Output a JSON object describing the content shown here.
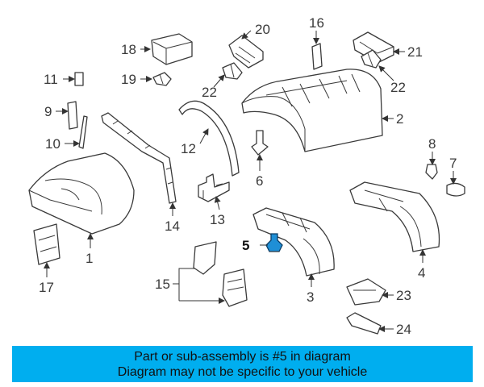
{
  "callouts": {
    "c1": "1",
    "c2": "2",
    "c3": "3",
    "c4": "4",
    "c5": "5",
    "c6": "6",
    "c7": "7",
    "c8": "8",
    "c9": "9",
    "c10": "10",
    "c11": "11",
    "c12": "12",
    "c13": "13",
    "c14": "14",
    "c15": "15",
    "c16": "16",
    "c17": "17",
    "c18": "18",
    "c19": "19",
    "c20": "20",
    "c21": "21",
    "c22a": "22",
    "c22b": "22",
    "c23": "23",
    "c24": "24"
  },
  "highlight_color": "#1f8fd6",
  "banner": {
    "line1": "Part or sub-assembly is #5 in diagram",
    "line2": "Diagram may not be specific to your vehicle",
    "color": "#00aeef"
  }
}
